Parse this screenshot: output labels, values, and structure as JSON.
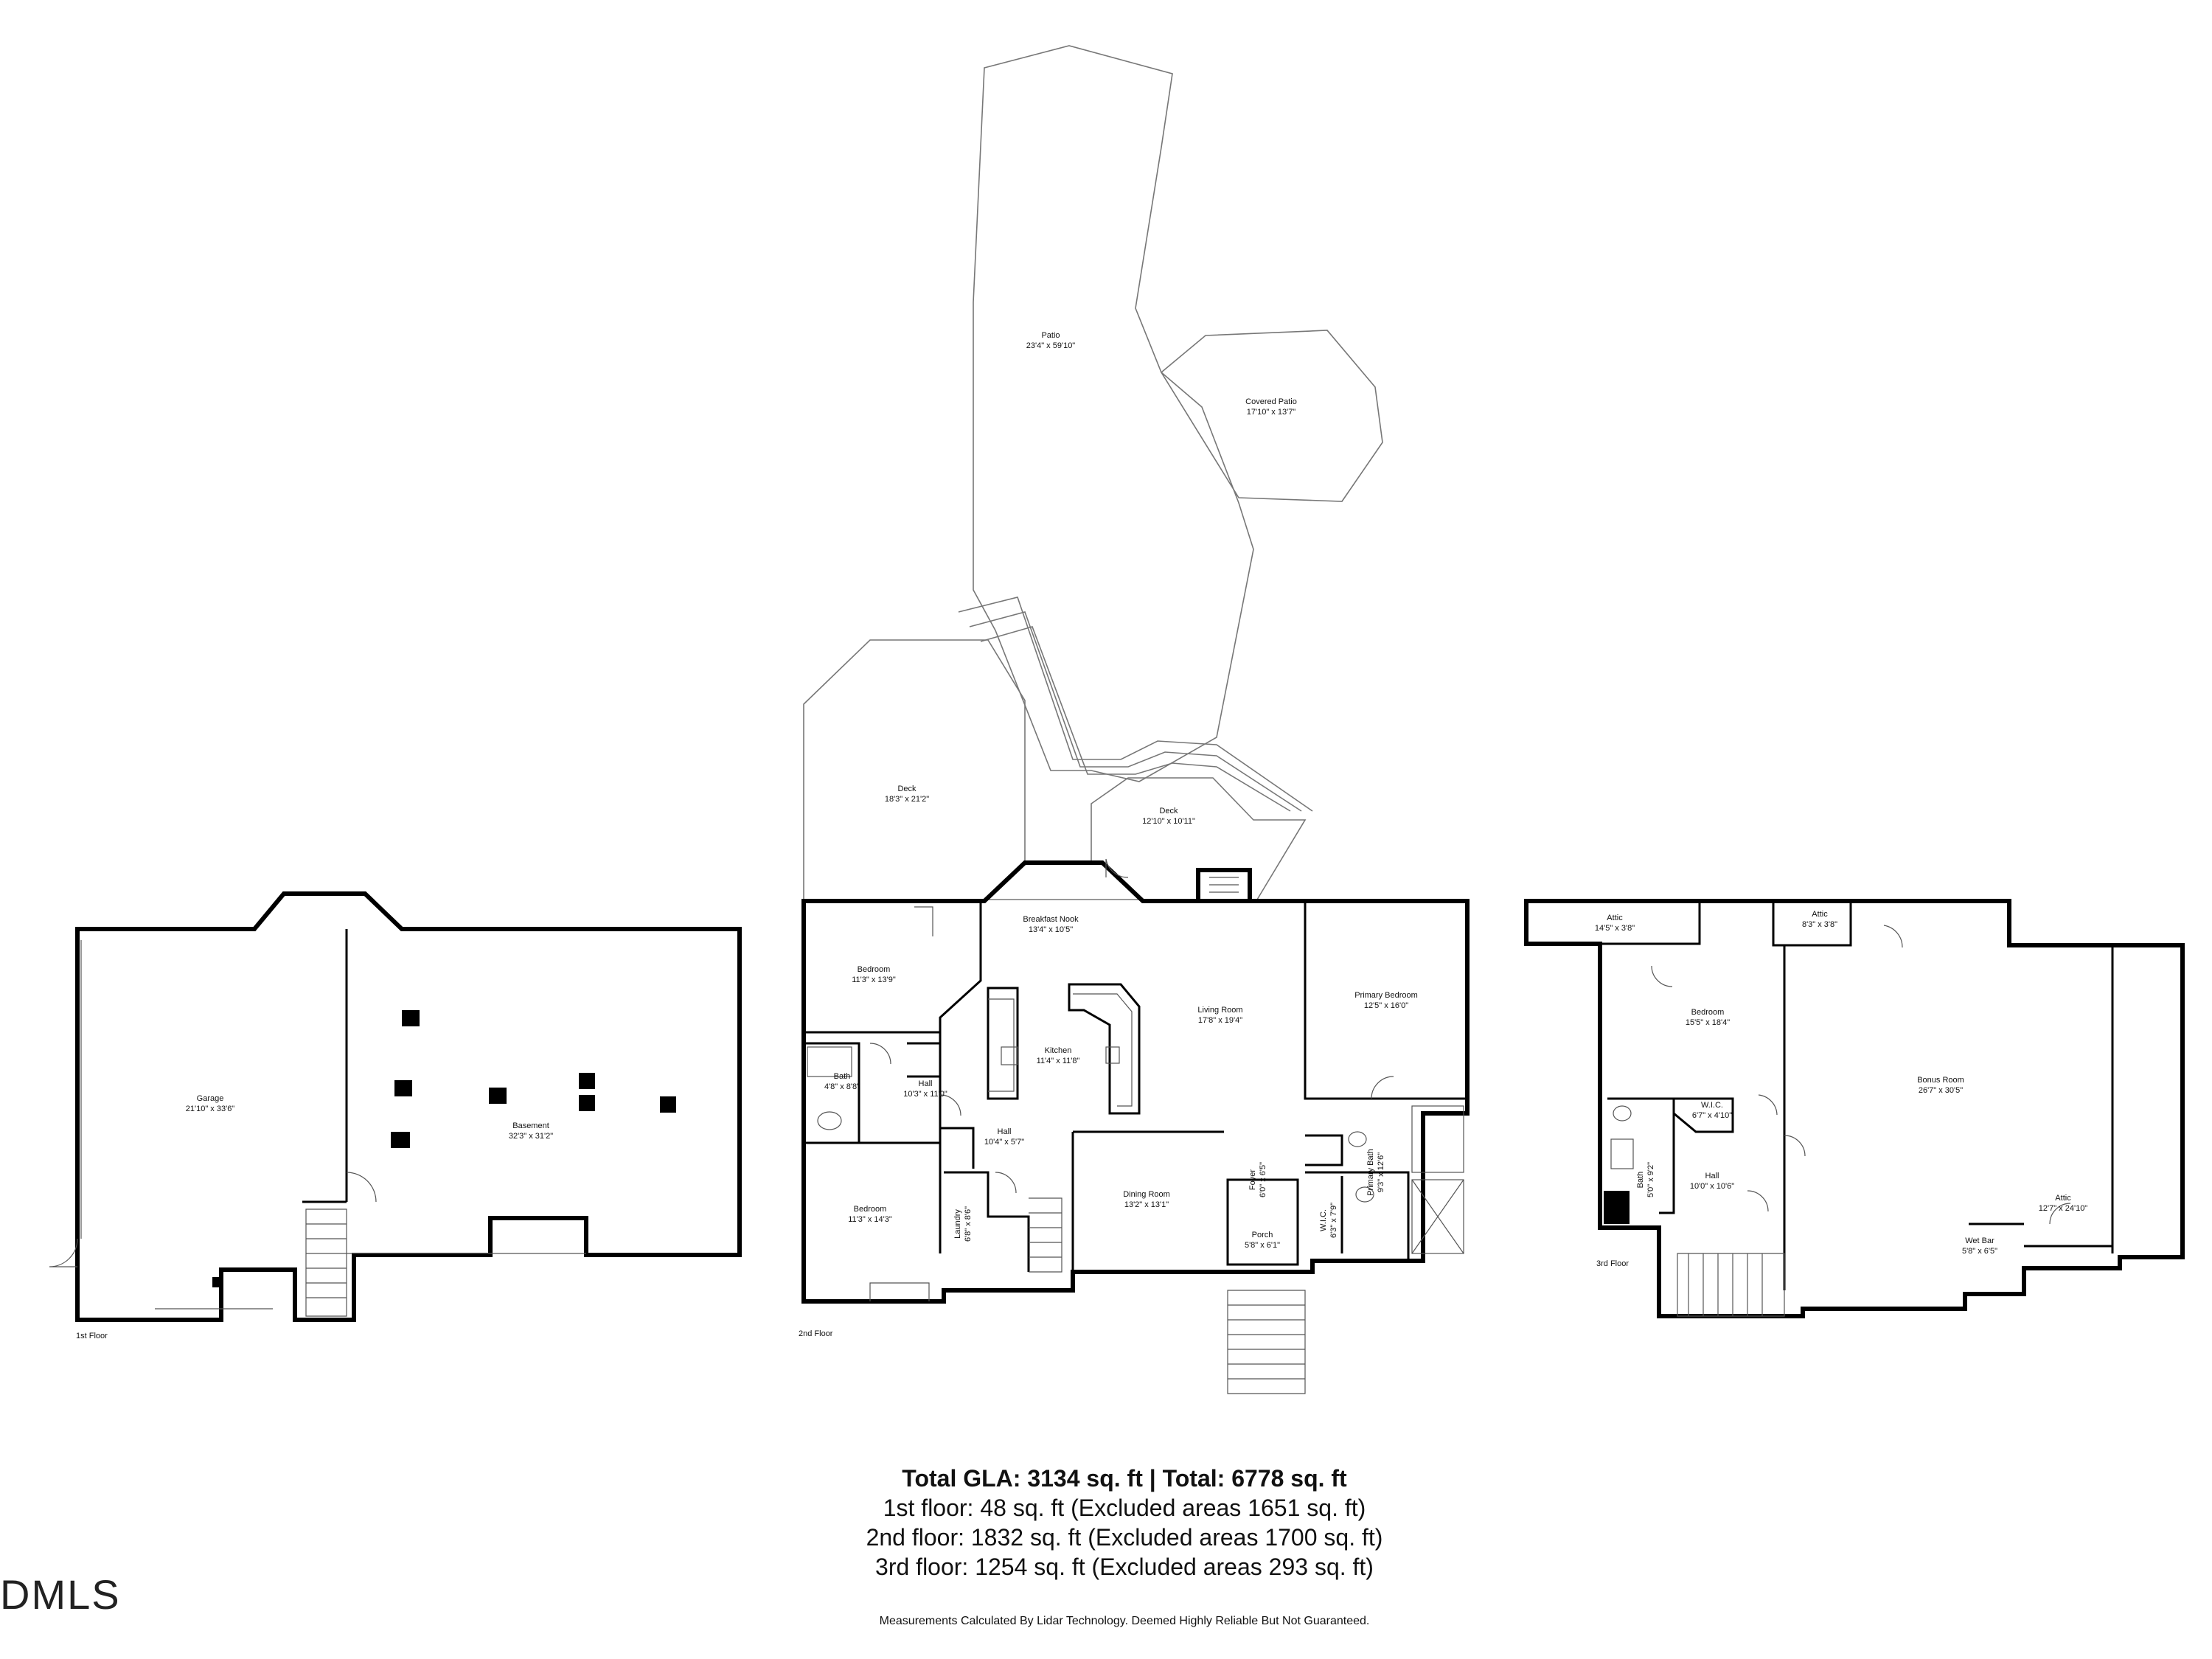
{
  "floors": {
    "first": {
      "label": "1st Floor",
      "rooms": [
        {
          "name": "Garage",
          "dims": "21'10\" x 33'6\""
        },
        {
          "name": "Basement",
          "dims": "32'3\" x 31'2\""
        }
      ]
    },
    "second": {
      "label": "2nd Floor",
      "rooms": [
        {
          "name": "Patio",
          "dims": "23'4\" x 59'10\""
        },
        {
          "name": "Covered Patio",
          "dims": "17'10\" x 13'7\""
        },
        {
          "name": "Deck",
          "dims": "18'3\" x 21'2\""
        },
        {
          "name": "Deck",
          "dims": "12'10\" x 10'11\""
        },
        {
          "name": "Breakfast Nook",
          "dims": "13'4\" x 10'5\""
        },
        {
          "name": "Bedroom",
          "dims": "11'3\" x 13'9\""
        },
        {
          "name": "Living Room",
          "dims": "17'8\" x 19'4\""
        },
        {
          "name": "Primary Bedroom",
          "dims": "12'5\" x 16'0\""
        },
        {
          "name": "Kitchen",
          "dims": "11'4\" x 11'8\""
        },
        {
          "name": "Bath",
          "dims": "4'8\" x 8'8\""
        },
        {
          "name": "Hall",
          "dims": "10'3\" x 11'0\""
        },
        {
          "name": "Hall",
          "dims": "10'4\" x 5'7\""
        },
        {
          "name": "Bedroom",
          "dims": "11'3\" x 14'3\""
        },
        {
          "name": "Laundry",
          "dims": "6'8\" x 8'6\""
        },
        {
          "name": "Dining Room",
          "dims": "13'2\" x 13'1\""
        },
        {
          "name": "Foyer",
          "dims": "6'0\" x 6'5\""
        },
        {
          "name": "Porch",
          "dims": "5'8\" x 6'1\""
        },
        {
          "name": "W.I.C.",
          "dims": "6'3\" x 7'9\""
        },
        {
          "name": "Primary Bath",
          "dims": "9'3\" x 12'6\""
        }
      ]
    },
    "third": {
      "label": "3rd Floor",
      "rooms": [
        {
          "name": "Attic",
          "dims": "14'5\" x 3'8\""
        },
        {
          "name": "Attic",
          "dims": "8'3\" x 3'8\""
        },
        {
          "name": "Bedroom",
          "dims": "15'5\" x 18'4\""
        },
        {
          "name": "Bonus Room",
          "dims": "26'7\" x 30'5\""
        },
        {
          "name": "W.I.C.",
          "dims": "6'7\" x 4'10\""
        },
        {
          "name": "Bath",
          "dims": "5'0\" x 9'2\""
        },
        {
          "name": "Hall",
          "dims": "10'0\" x 10'6\""
        },
        {
          "name": "Attic",
          "dims": "12'7\" x 24'10\""
        },
        {
          "name": "Wet Bar",
          "dims": "5'8\" x 6'5\""
        }
      ]
    }
  },
  "summary": {
    "total": "Total GLA: 3134 sq. ft | Total: 6778 sq. ft",
    "first": "1st floor: 48 sq. ft (Excluded areas 1651 sq. ft)",
    "second": "2nd floor: 1832 sq. ft (Excluded areas 1700 sq. ft)",
    "third": "3rd floor: 1254 sq. ft (Excluded areas 293 sq. ft)"
  },
  "disclaimer": "Measurements Calculated By Lidar Technology. Deemed Highly Reliable But Not Guaranteed.",
  "watermark": "DMLS"
}
